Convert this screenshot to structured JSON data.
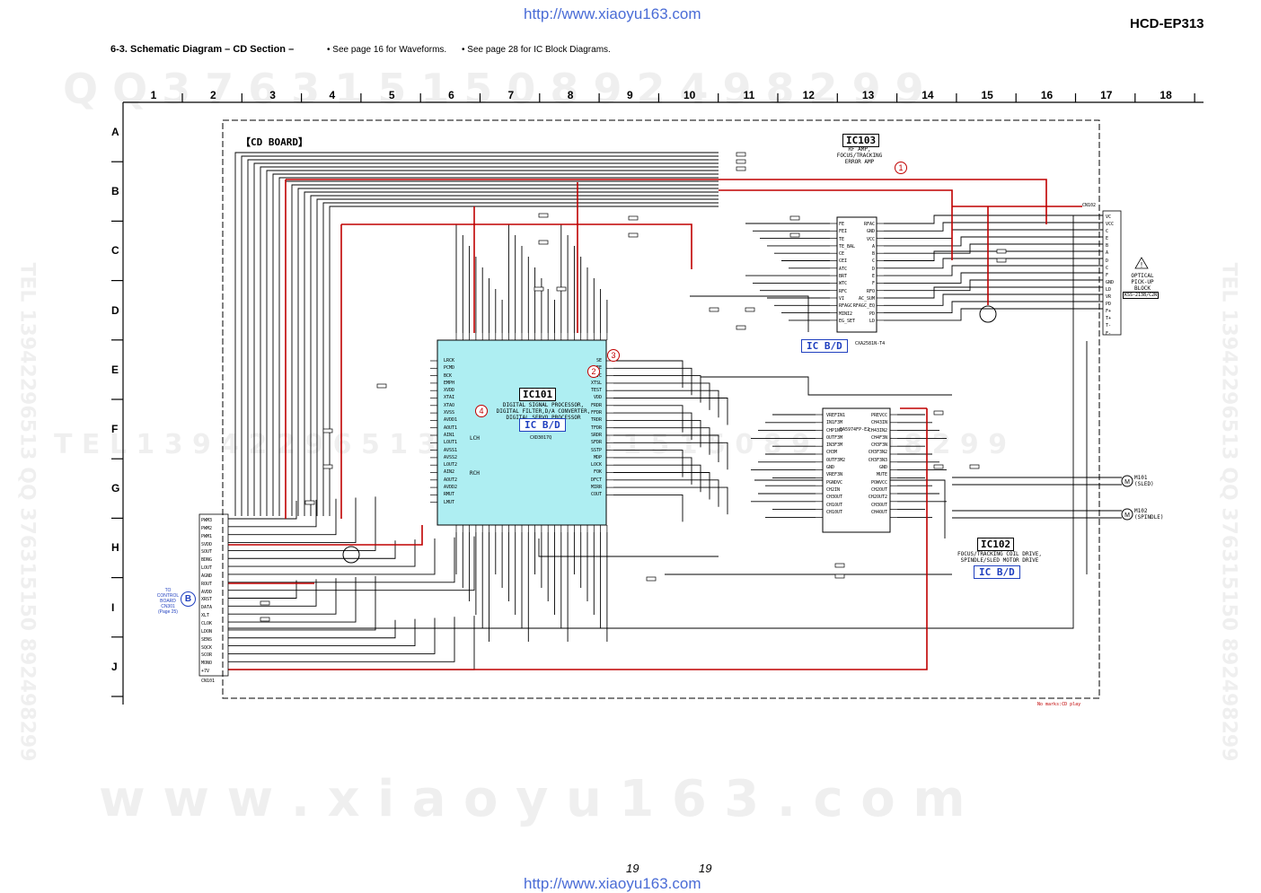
{
  "header": {
    "url_top": "http://www.xiaoyu163.com",
    "model": "HCD-EP313",
    "title": "6-3. Schematic Diagram  – CD Section –",
    "note1": "• See page 16 for Waveforms.",
    "note2": "• See page 28 for IC Block Diagrams."
  },
  "grid": {
    "columns": [
      "1",
      "2",
      "3",
      "4",
      "5",
      "6",
      "7",
      "8",
      "9",
      "10",
      "11",
      "12",
      "13",
      "14",
      "15",
      "16",
      "17",
      "18"
    ],
    "rows": [
      "A",
      "B",
      "C",
      "D",
      "E",
      "F",
      "G",
      "H",
      "I",
      "J"
    ]
  },
  "watermarks": {
    "qq": "Q Q  3 7 6 3 1 5 1 5 0    8 9 2 4 9 8 2 9 9",
    "tel": "T E L  1 3 9 4 2 2 9 6 5 1 3  Q Q  3 7 6 3 1 5 1 5 0   8 9 2 4 9 8 2 9 9",
    "side": "TEL 13942296513 QQ 376315150 892498299",
    "www": "w w w . x i a o y u 1 6 3 . c o m"
  },
  "board": {
    "label": "【CD BOARD】",
    "footnote": "No marks:CD play"
  },
  "ics": {
    "ic101": {
      "name": "IC101",
      "desc": [
        "DIGITAL SIGNAL PROCESSOR,",
        "DIGITAL FILTER,D/A CONVERTER,",
        "DIGITAL SERVO PROCESSOR"
      ],
      "part": "CXD3017Q",
      "bd": "IC B/D",
      "left_pins": [
        "LRCK",
        "PCMD",
        "BCK",
        "EMPH",
        "XVDD",
        "XTAI",
        "XTAO",
        "XVSS",
        "AVDD1",
        "AOUT1",
        "AIN1",
        "LOUT1",
        "AVSS1",
        "AVSS2",
        "LOUT2",
        "AIN2",
        "AOUT2",
        "AVDD2",
        "RMUT",
        "LMUT"
      ],
      "right_pins": [
        "SE",
        "FE",
        "VC",
        "XTSL",
        "TEST",
        "VDD",
        "FRDR",
        "FFDR",
        "TRDR",
        "TFDR",
        "SRDR",
        "SFDR",
        "SSTP",
        "MDP",
        "LOCK",
        "FOK",
        "DFCT",
        "MIRR",
        "COUT"
      ],
      "lch": "LCH",
      "rch": "RCH"
    },
    "ic103": {
      "name": "IC103",
      "desc": [
        "RF AMP,",
        "FOCUS/TRACKING",
        "ERROR AMP"
      ],
      "part": "CXA2581N-T4",
      "bd": "IC B/D",
      "left_pins": [
        "FE",
        "FEI",
        "TE",
        "TE_BAL",
        "CE",
        "CEI",
        "ATC",
        "BRT",
        "WTC",
        "RFC",
        "VI",
        "RFAGC",
        "MINI2",
        "EG_SET"
      ],
      "right_pins": [
        "RFAC",
        "GND",
        "VCC",
        "A",
        "B",
        "C",
        "D",
        "E",
        "F",
        "RFO",
        "AC_SUM",
        "RFAGC_EQ",
        "PD",
        "LD"
      ]
    },
    "ic102": {
      "name": "IC102",
      "desc": [
        "FOCUS/TRACKING COIL DRIVE,",
        "SPINDLE/SLED MOTOR DRIVE"
      ],
      "part": "BA5974FP-E2",
      "bd": "IC B/D",
      "left_pins": [
        "VREFIN1",
        "IN1F3M",
        "CHP1NV",
        "OUTF3M",
        "IN3F3M",
        "CH3M",
        "OUTF3M2",
        "GND",
        "VREF3N",
        "PGNDVC",
        "CH2IN",
        "CH3OUT",
        "CH1OUT",
        "CH10UT"
      ],
      "right_pins": [
        "PREVCC",
        "CH43IN",
        "CH43IN2",
        "CH4F3N",
        "CH3F3N",
        "CH3F3N2",
        "CH3F3N3",
        "GND",
        "MUTE",
        "POWVCC",
        "CH2OUT",
        "CH2OUT2",
        "CH3OUT",
        "CH4OUT"
      ]
    }
  },
  "connector_left": {
    "name": "CN101",
    "pins": [
      "PWM3",
      "PWM2",
      "PWM1",
      "SVDD",
      "SOUT",
      "BDNG",
      "LOUT",
      "AGND",
      "ROUT",
      "AVDD",
      "XRST",
      "DATA",
      "XLT",
      "CLOK",
      "LDON",
      "SENS",
      "SQCK",
      "SCOR",
      "MONO",
      "+7V"
    ],
    "ref_circle": "B",
    "ref_text": [
      "TO",
      "CONTROL",
      "BOARD",
      "CN301",
      "(Page 25)"
    ]
  },
  "optical": {
    "title": [
      "OPTICAL",
      "PICK-UP",
      "BLOCK"
    ],
    "part": "KSS-213B/C2N",
    "pins": [
      "VC",
      "VCC",
      "C",
      "E",
      "B",
      "A",
      "D",
      "C",
      "F",
      "GND",
      "LD",
      "VR",
      "PD",
      "F+",
      "T+",
      "T-",
      "F-"
    ],
    "connector": "CN102"
  },
  "motors": {
    "m101": [
      "M101",
      "(SLED)"
    ],
    "m102": [
      "M102",
      "(SPINDLE)"
    ]
  },
  "markers": [
    "1",
    "2",
    "3",
    "4"
  ],
  "footer": {
    "page_left": "19",
    "page_right": "19",
    "url_bottom": "http://www.xiaoyu163.com"
  },
  "colors": {
    "wire": "#000000",
    "power": "#c00000",
    "ic_fill": "#aeeef2",
    "accent": "#1f3fbf"
  }
}
